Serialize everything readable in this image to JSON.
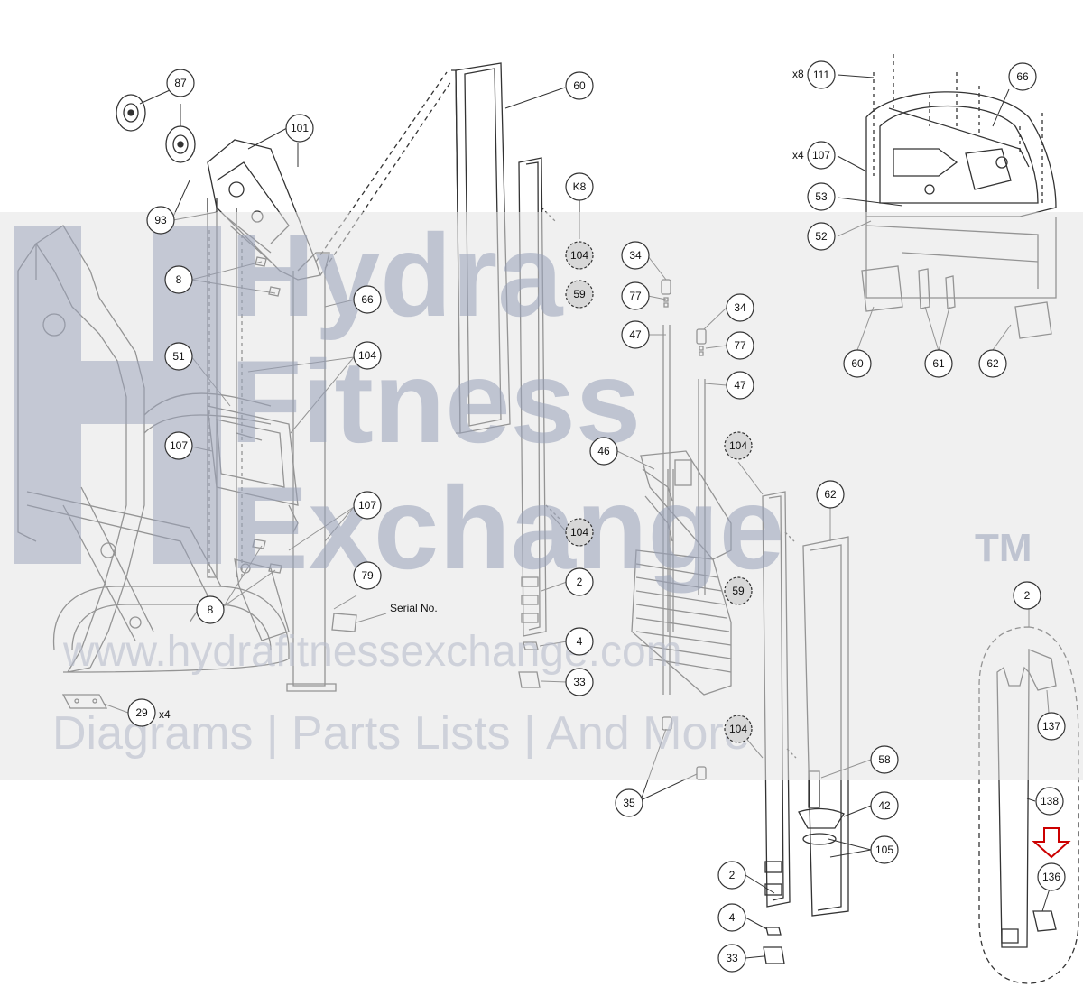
{
  "watermark": {
    "line1": "Hydra",
    "line2": "Fitness",
    "line3": "Exchange",
    "trademark": "TM",
    "url": "www.hydrafitnessexchange.com",
    "tagline": "Diagrams | Parts Lists | And More"
  },
  "notes": {
    "serial": "Serial No.",
    "x8": "x8",
    "x4_107": "x4",
    "x4_29": "x4"
  },
  "callouts": {
    "c87": "87",
    "c101": "101",
    "c93": "93",
    "c8a": "8",
    "c66a": "66",
    "c51": "51",
    "c104a": "104",
    "c107a": "107",
    "c107b": "107",
    "c8b": "8",
    "c79": "79",
    "c29": "29",
    "c60a": "60",
    "cK8": "K8",
    "c104b": "104",
    "c59a": "59",
    "c104c": "104",
    "c2a": "2",
    "c4a": "4",
    "c33a": "33",
    "c34a": "34",
    "c77a": "77",
    "c47a": "47",
    "c34b": "34",
    "c77b": "77",
    "c47b": "47",
    "c46": "46",
    "c104d": "104",
    "c59b": "59",
    "c104e": "104",
    "c35": "35",
    "c62a": "62",
    "c58": "58",
    "c42": "42",
    "c105": "105",
    "c2b": "2",
    "c4b": "4",
    "c33b": "33",
    "c111": "111",
    "c66b": "66",
    "c107c": "107",
    "c53": "53",
    "c52": "52",
    "c60b": "60",
    "c61": "61",
    "c62b": "62",
    "c2c": "2",
    "c137": "137",
    "c138": "138",
    "c136": "136"
  },
  "colors": {
    "line": "#333333",
    "watermark_band": "#e3e3e3",
    "highlight_arrow": "#cc0000"
  }
}
